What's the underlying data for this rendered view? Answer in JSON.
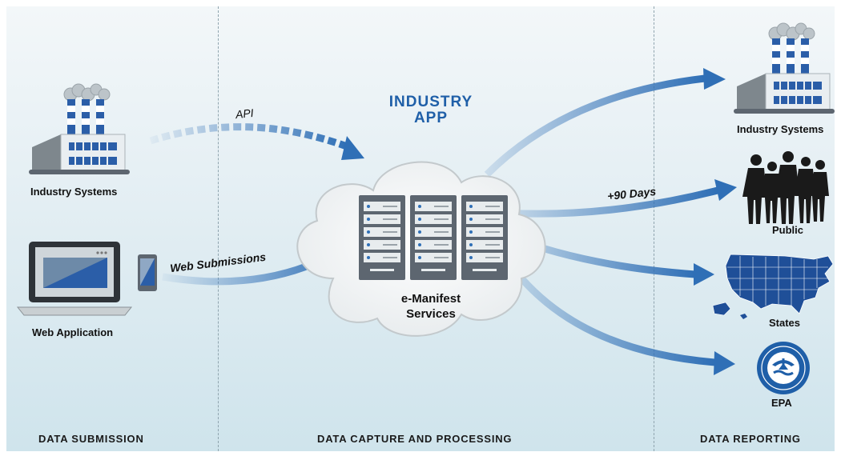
{
  "colors": {
    "arrow": "#2f6fb6",
    "brand": "#1f5fa8",
    "cloud": "#f2f4f5",
    "server": "#5d6670"
  },
  "sections": {
    "submission": "DATA SUBMISSION",
    "capture": "DATA CAPTURE AND PROCESSING",
    "reporting": "DATA REPORTING"
  },
  "left": {
    "industry_systems": "Industry Systems",
    "web_application": "Web Application"
  },
  "flows": {
    "api": "API",
    "web_submissions": "Web Submissions",
    "ninety_days": "+90 Days"
  },
  "center": {
    "app_title_line1": "INDUSTRY",
    "app_title_line2": "APP",
    "services_line1": "e-Manifest",
    "services_line2": "Services"
  },
  "right": {
    "industry_systems": "Industry Systems",
    "public": "Public",
    "states": "States",
    "epa": "EPA"
  },
  "icons": [
    "factory-icon",
    "laptop-icon",
    "phone-icon",
    "cloud-icon",
    "server-rack-icon",
    "people-silhouette-icon",
    "usa-map-icon",
    "epa-seal-icon"
  ]
}
